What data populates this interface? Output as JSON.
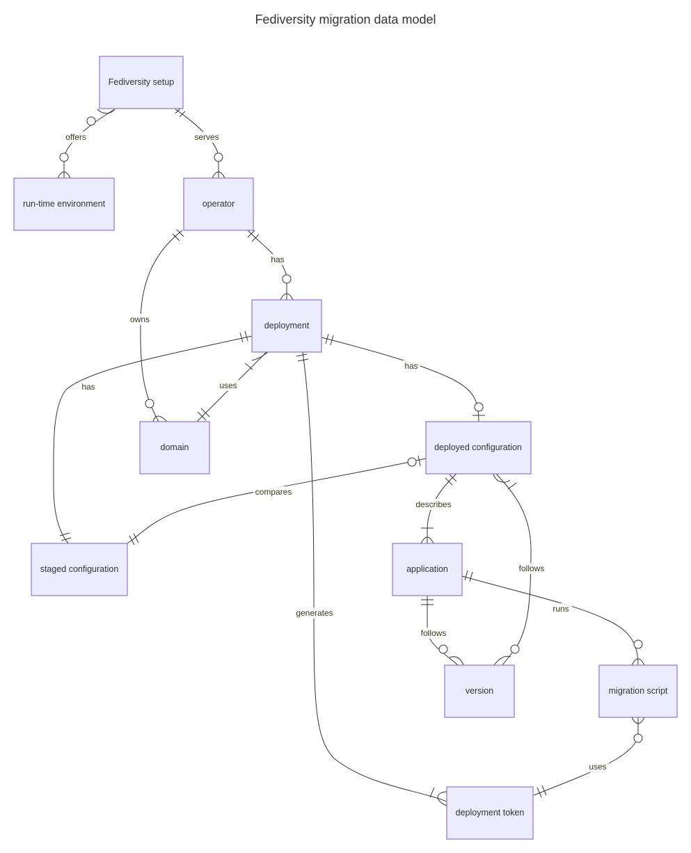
{
  "title": "Fediversity migration data model",
  "colors": {
    "entity_fill": "#ECECFF",
    "entity_stroke": "#9370DB",
    "line": "#333333",
    "text": "#333333",
    "label_text": "#3a3a1a"
  },
  "entities": {
    "setup": "Fediversity setup",
    "runtime": "run-time environment",
    "operator": "operator",
    "deployment": "deployment",
    "domain": "domain",
    "deployed_config": "deployed configuration",
    "staged_config": "staged configuration",
    "application": "application",
    "version": "version",
    "migration_script": "migration script",
    "deployment_token": "deployment token"
  },
  "relationships": [
    {
      "from": "Fediversity setup",
      "to": "run-time environment",
      "label": "offers"
    },
    {
      "from": "Fediversity setup",
      "to": "operator",
      "label": "serves"
    },
    {
      "from": "operator",
      "to": "domain",
      "label": "owns"
    },
    {
      "from": "operator",
      "to": "deployment",
      "label": "has"
    },
    {
      "from": "deployment",
      "to": "staged configuration",
      "label": "has"
    },
    {
      "from": "deployment",
      "to": "domain",
      "label": "uses"
    },
    {
      "from": "deployment",
      "to": "deployed configuration",
      "label": "has"
    },
    {
      "from": "deployed configuration",
      "to": "staged configuration",
      "label": "compares"
    },
    {
      "from": "deployed configuration",
      "to": "application",
      "label": "describes"
    },
    {
      "from": "deployed configuration",
      "to": "version",
      "label": "follows"
    },
    {
      "from": "application",
      "to": "version",
      "label": "follows"
    },
    {
      "from": "application",
      "to": "migration script",
      "label": "runs"
    },
    {
      "from": "deployment",
      "to": "deployment token",
      "label": "generates"
    },
    {
      "from": "migration script",
      "to": "deployment token",
      "label": "uses"
    }
  ]
}
